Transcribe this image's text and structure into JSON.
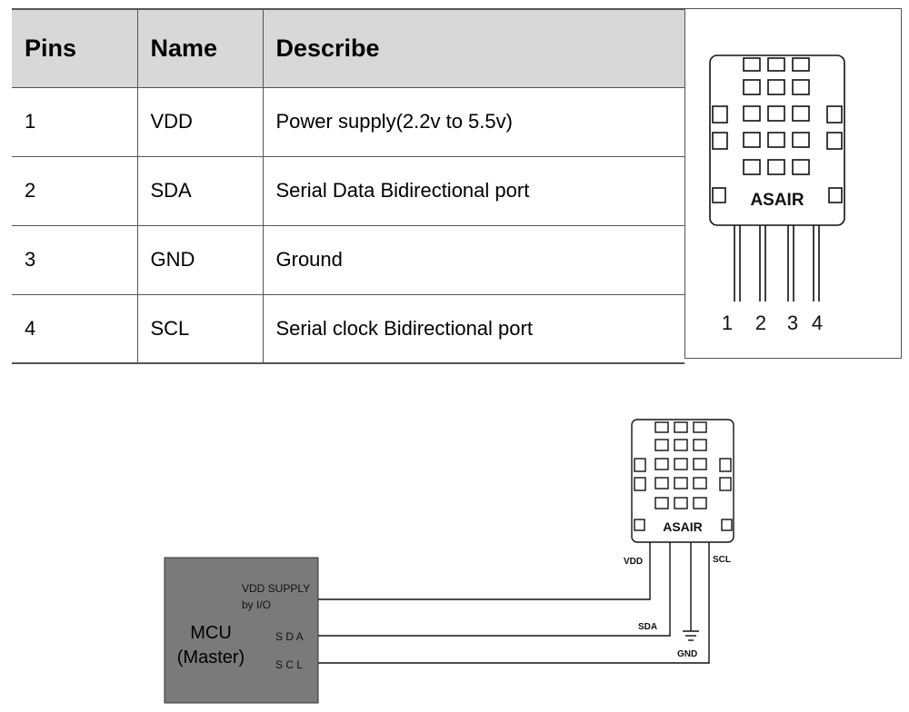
{
  "table": {
    "headers": [
      "Pins",
      "Name",
      "Describe"
    ],
    "rows": [
      {
        "pin": "1",
        "name": "VDD",
        "describe": "Power supply(2.2v to 5.5v)"
      },
      {
        "pin": "2",
        "name": "SDA",
        "describe": "Serial Data Bidirectional port"
      },
      {
        "pin": "3",
        "name": "GND",
        "describe": "Ground"
      },
      {
        "pin": "4",
        "name": "SCL",
        "describe": "Serial clock Bidirectional port"
      }
    ]
  },
  "sensor": {
    "brand": "ASAIR",
    "pin_numbers": [
      "1",
      "2",
      "3",
      "4"
    ]
  },
  "circuit": {
    "sensor_brand": "ASAIR",
    "mcu_line1": "MCU",
    "mcu_line2": "(Master)",
    "mcu_pin_vdd_line1": "VDD SUPPLY",
    "mcu_pin_vdd_line2": "by I/O",
    "mcu_pin_sda": "S D A",
    "mcu_pin_scl": "S C L",
    "label_vdd": "VDD",
    "label_scl": "SCL",
    "label_sda": "SDA",
    "label_gnd": "GND"
  },
  "colors": {
    "header_bg": "#d8d8d8",
    "mcu_fill": "#7a7a7a",
    "line": "#000000"
  }
}
